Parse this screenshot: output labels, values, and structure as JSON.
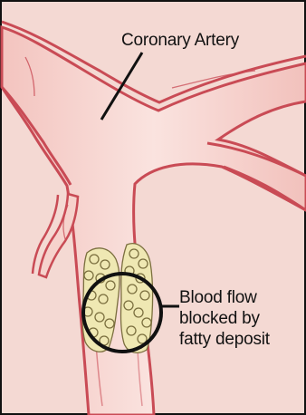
{
  "labels": {
    "artery": "Coronary Artery",
    "blockage": [
      "Blood flow",
      "blocked by",
      "fatty deposit"
    ]
  },
  "colors": {
    "background": "#f4d9d3",
    "vessel_fill": "#f7d6d1",
    "vessel_outline": "#c94b55",
    "deposit_fill": "#efe8b3",
    "deposit_outline": "#7b6f3f",
    "frame": "#111111"
  }
}
